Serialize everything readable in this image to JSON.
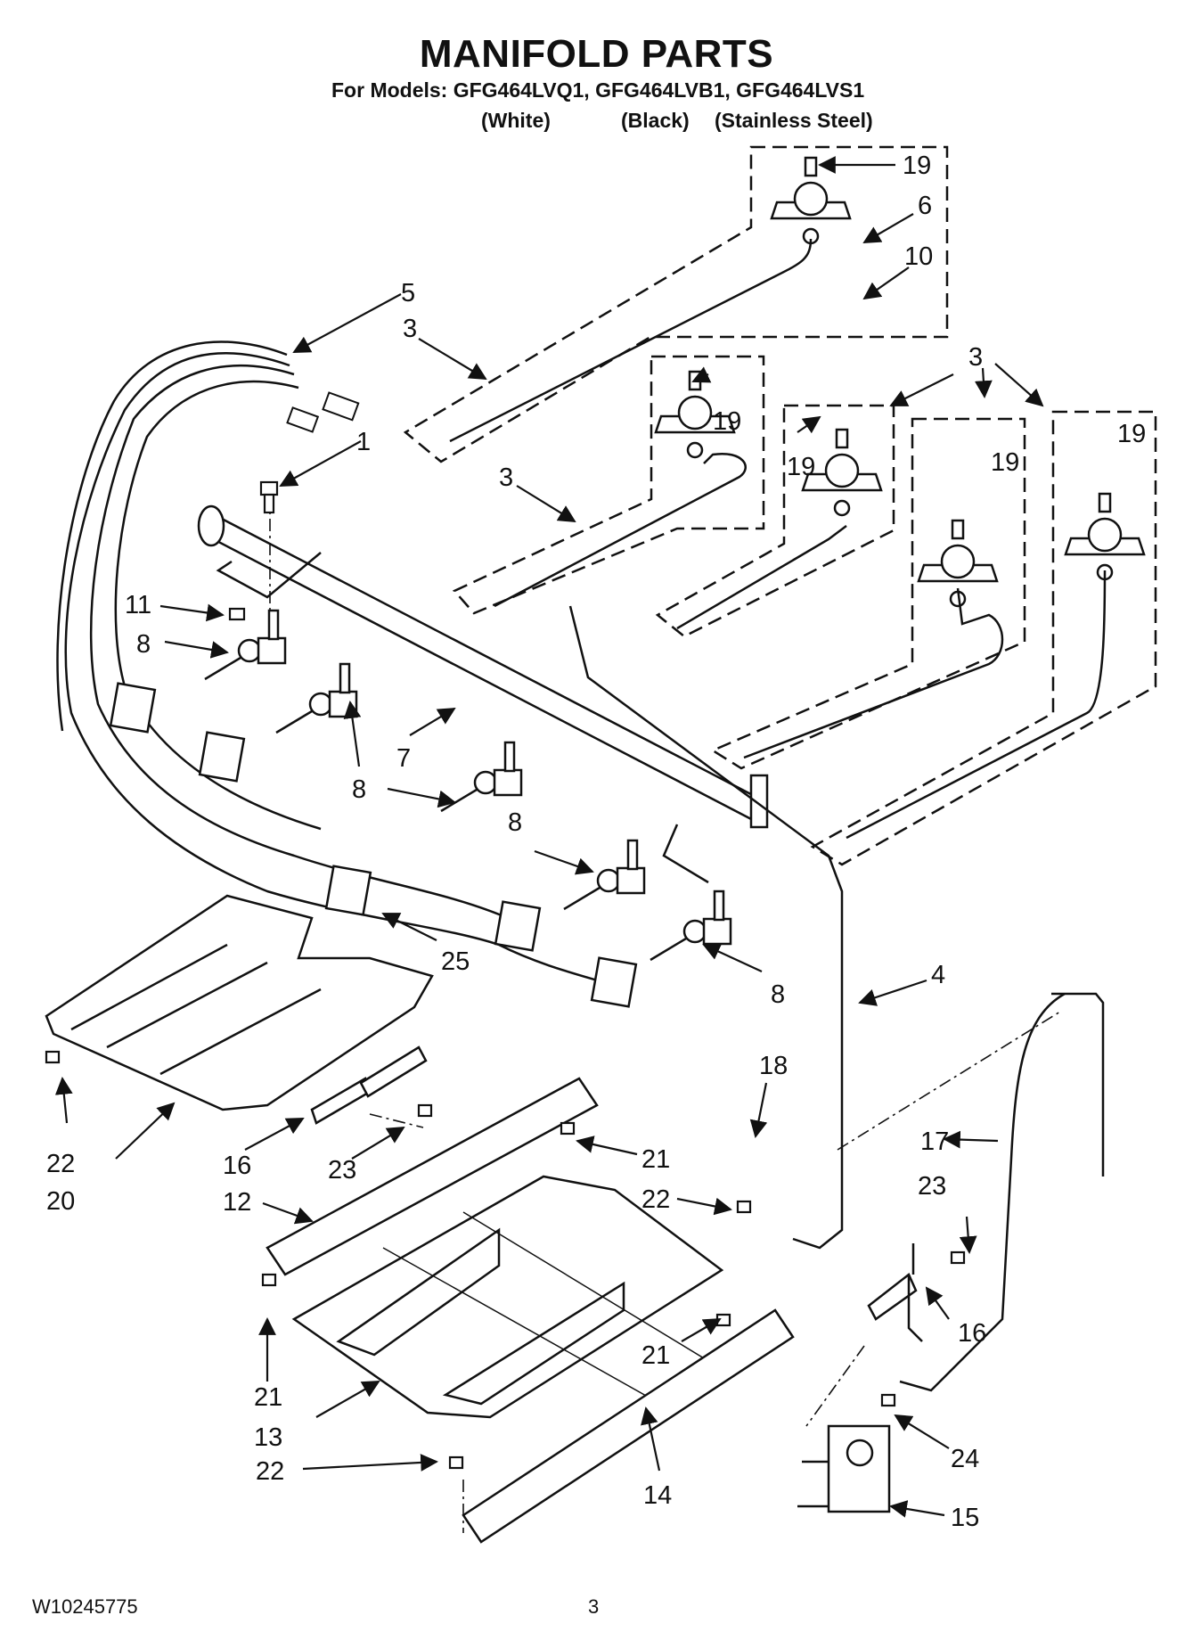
{
  "header": {
    "title": "MANIFOLD PARTS",
    "models": "For Models: GFG464LVQ1, GFG464LVB1, GFG464LVS1",
    "variants": [
      "(White)",
      "(Black)",
      "(Stainless Steel)"
    ]
  },
  "footer": {
    "doc_number": "W10245775",
    "page": "3"
  },
  "callouts": [
    "19",
    "6",
    "10",
    "5",
    "3",
    "3",
    "3",
    "19",
    "19",
    "19",
    "19",
    "1",
    "3",
    "11",
    "8",
    "8",
    "7",
    "8",
    "8",
    "8",
    "25",
    "4",
    "18",
    "22",
    "20",
    "16",
    "23",
    "21",
    "22",
    "12",
    "17",
    "23",
    "16",
    "21",
    "21",
    "13",
    "22",
    "24",
    "14",
    "15"
  ]
}
